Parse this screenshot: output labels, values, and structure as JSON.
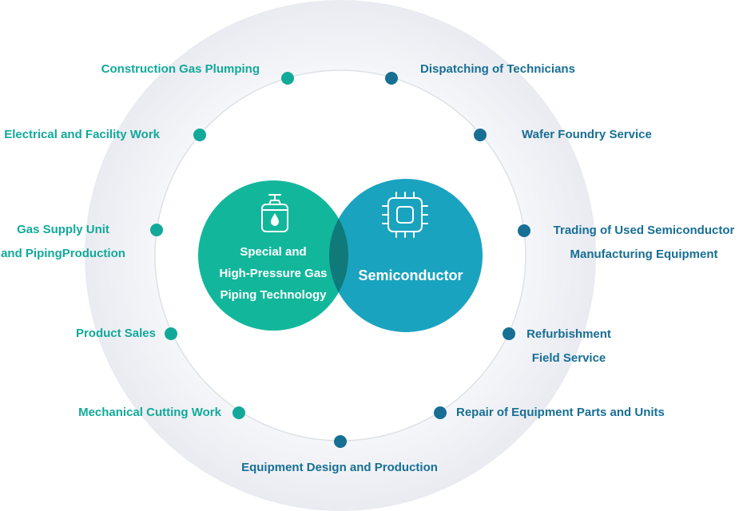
{
  "colors": {
    "teal": "#12a99a",
    "blue": "#176f94",
    "circle_teal": "#12b79b",
    "circle_blue": "#1aa3bf",
    "overlap": "#107a7a",
    "ring_light": "#f0f1f5"
  },
  "circles": {
    "left": {
      "icon": "gas-cylinder-icon",
      "lines": [
        "Special and",
        "High-Pressure Gas",
        "Piping Technology"
      ]
    },
    "right": {
      "icon": "chip-icon",
      "label": "Semiconductor"
    }
  },
  "items": {
    "construction_gas": "Construction Gas Plumping",
    "electrical": "Electrical and Facility Work",
    "gas_supply": [
      "Gas Supply Unit",
      "and PipingProduction"
    ],
    "product_sales": "Product Sales",
    "mechanical_cutting": "Mechanical Cutting Work",
    "equipment_design": "Equipment Design and Production",
    "dispatching": "Dispatching of Technicians",
    "wafer_foundry": "Wafer Foundry Service",
    "trading_used": [
      "Trading of Used Semiconductor",
      "Manufacturing Equipment"
    ],
    "refurbishment": [
      "Refurbishment",
      "Field Service"
    ],
    "repair": "Repair of Equipment Parts and Units"
  }
}
